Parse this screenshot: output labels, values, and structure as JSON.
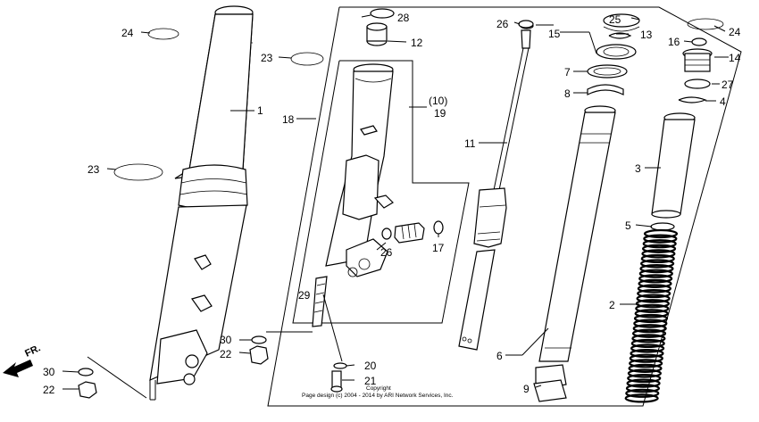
{
  "diagram": {
    "direction_label": "FR.",
    "copyright_lines": [
      "Copyright",
      "Page design (c) 2004 - 2014 by ARI Network Services, Inc."
    ],
    "callouts": {
      "c1": "1",
      "c2": "2",
      "c3": "3",
      "c4": "4",
      "c5": "5",
      "c6": "6",
      "c7": "7",
      "c8": "8",
      "c9": "9",
      "c10": "(10)",
      "c11": "11",
      "c12": "12",
      "c13": "13",
      "c14": "14",
      "c15": "15",
      "c16": "16",
      "c17": "17",
      "c18": "18",
      "c19": "19",
      "c20": "20",
      "c21": "21",
      "c22a": "22",
      "c22b": "22",
      "c23a": "23",
      "c23b": "23",
      "c24a": "24",
      "c24b": "24",
      "c25": "25",
      "c26a": "26",
      "c26b": "26",
      "c27": "27",
      "c28": "28",
      "c29": "29",
      "c30a": "30",
      "c30b": "30"
    }
  }
}
